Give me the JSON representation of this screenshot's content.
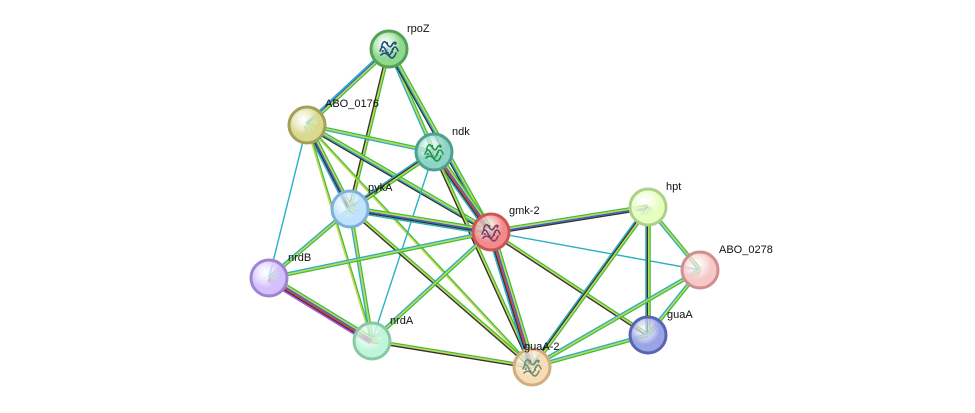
{
  "network": {
    "nodes": [
      {
        "id": "rpoZ",
        "label": "rpoZ",
        "fill": "#8fd98f",
        "stroke": "#55a155",
        "structure": true,
        "structure_color": "#1f4f7a"
      },
      {
        "id": "ABO_0176",
        "label": "ABO_0176",
        "fill": "#d9d98f",
        "stroke": "#a1a15a",
        "structure": false
      },
      {
        "id": "ndk",
        "label": "ndk",
        "fill": "#8fd4c8",
        "stroke": "#4f9f92",
        "structure": true,
        "structure_color": "#1a9a4a"
      },
      {
        "id": "pykA",
        "label": "pykA",
        "fill": "#bfe3ff",
        "stroke": "#7fb0d8",
        "structure": false
      },
      {
        "id": "gmk-2",
        "label": "gmk-2",
        "fill": "#f28c8c",
        "stroke": "#cc5555",
        "structure": true,
        "structure_color": "#8a3a6a"
      },
      {
        "id": "hpt",
        "label": "hpt",
        "fill": "#e6ffbf",
        "stroke": "#aed18a",
        "structure": false
      },
      {
        "id": "ABO_0278",
        "label": "ABO_0278",
        "fill": "#f7c8c8",
        "stroke": "#d08f8f",
        "structure": false
      },
      {
        "id": "nrdB",
        "label": "nrdB",
        "fill": "#d4bfff",
        "stroke": "#9f84d0",
        "structure": false
      },
      {
        "id": "nrdA",
        "label": "nrdA",
        "fill": "#bff5d9",
        "stroke": "#8ac8a6",
        "structure": false
      },
      {
        "id": "guaA",
        "label": "guaA",
        "fill": "#9aa4e6",
        "stroke": "#5a65b0",
        "structure": false
      },
      {
        "id": "guaA-2",
        "label": "guaA-2",
        "fill": "#f7dcb8",
        "stroke": "#d1ad80",
        "structure": true,
        "structure_color": "#7a8a6a"
      }
    ],
    "edges": [
      {
        "source": "rpoZ",
        "target": "ABO_0176",
        "colors": [
          "#3fbf3f",
          "#c8d64a",
          "#3a5fcf",
          "#2ab0c0"
        ]
      },
      {
        "source": "rpoZ",
        "target": "ndk",
        "colors": [
          "#3fbf3f",
          "#c8d64a",
          "#2ab0c0"
        ]
      },
      {
        "source": "rpoZ",
        "target": "pykA",
        "colors": [
          "#3fbf3f",
          "#c8d64a",
          "#333333"
        ]
      },
      {
        "source": "rpoZ",
        "target": "gmk-2",
        "colors": [
          "#3fbf3f",
          "#c8d64a",
          "#2ab0c0",
          "#333333"
        ]
      },
      {
        "source": "ABO_0176",
        "target": "ndk",
        "colors": [
          "#3fbf3f",
          "#c8d64a",
          "#2ab0c0"
        ]
      },
      {
        "source": "ABO_0176",
        "target": "pykA",
        "colors": [
          "#3fbf3f",
          "#c8d64a",
          "#3a5fcf",
          "#333333",
          "#2ab0c0"
        ]
      },
      {
        "source": "ABO_0176",
        "target": "gmk-2",
        "colors": [
          "#3fbf3f",
          "#c8d64a",
          "#2ab0c0",
          "#333333"
        ]
      },
      {
        "source": "ABO_0176",
        "target": "nrdB",
        "colors": [
          "#2ab0c0"
        ]
      },
      {
        "source": "ABO_0176",
        "target": "nrdA",
        "colors": [
          "#3fbf3f",
          "#c8d64a"
        ]
      },
      {
        "source": "ABO_0176",
        "target": "guaA-2",
        "colors": [
          "#3fbf3f",
          "#c8d64a"
        ]
      },
      {
        "source": "ndk",
        "target": "pykA",
        "colors": [
          "#3fbf3f",
          "#c8d64a",
          "#333333",
          "#2ab0c0"
        ]
      },
      {
        "source": "ndk",
        "target": "gmk-2",
        "colors": [
          "#3fbf3f",
          "#c8d64a",
          "#3a5fcf",
          "#d23a3a",
          "#333333",
          "#2ab0c0"
        ]
      },
      {
        "source": "ndk",
        "target": "nrdA",
        "colors": [
          "#2ab0c0"
        ]
      },
      {
        "source": "ndk",
        "target": "guaA-2",
        "colors": [
          "#3fbf3f",
          "#c8d64a",
          "#333333"
        ]
      },
      {
        "source": "pykA",
        "target": "gmk-2",
        "colors": [
          "#3fbf3f",
          "#c8d64a",
          "#3a5fcf",
          "#333333",
          "#2ab0c0"
        ]
      },
      {
        "source": "pykA",
        "target": "nrdB",
        "colors": [
          "#3fbf3f",
          "#c8d64a",
          "#2ab0c0"
        ]
      },
      {
        "source": "pykA",
        "target": "nrdA",
        "colors": [
          "#3fbf3f",
          "#c8d64a",
          "#2ab0c0"
        ]
      },
      {
        "source": "pykA",
        "target": "guaA-2",
        "colors": [
          "#3fbf3f",
          "#c8d64a",
          "#333333"
        ]
      },
      {
        "source": "gmk-2",
        "target": "hpt",
        "colors": [
          "#3fbf3f",
          "#c8d64a",
          "#3a5fcf",
          "#333333"
        ]
      },
      {
        "source": "gmk-2",
        "target": "ABO_0278",
        "colors": [
          "#2ab0c0"
        ]
      },
      {
        "source": "gmk-2",
        "target": "nrdB",
        "colors": [
          "#3fbf3f",
          "#c8d64a",
          "#2ab0c0"
        ]
      },
      {
        "source": "gmk-2",
        "target": "nrdA",
        "colors": [
          "#3fbf3f",
          "#c8d64a",
          "#2ab0c0"
        ]
      },
      {
        "source": "gmk-2",
        "target": "guaA",
        "colors": [
          "#3fbf3f",
          "#c8d64a",
          "#333333"
        ]
      },
      {
        "source": "gmk-2",
        "target": "guaA-2",
        "colors": [
          "#3fbf3f",
          "#c8d64a",
          "#3a5fcf",
          "#d23a3a",
          "#333333",
          "#2ab0c0"
        ]
      },
      {
        "source": "hpt",
        "target": "ABO_0278",
        "colors": [
          "#3fbf3f",
          "#c8d64a",
          "#2ab0c0"
        ]
      },
      {
        "source": "hpt",
        "target": "guaA",
        "colors": [
          "#3fbf3f",
          "#c8d64a",
          "#333333",
          "#2ab0c0"
        ]
      },
      {
        "source": "hpt",
        "target": "guaA-2",
        "colors": [
          "#3fbf3f",
          "#c8d64a",
          "#333333",
          "#2ab0c0"
        ]
      },
      {
        "source": "ABO_0278",
        "target": "guaA",
        "colors": [
          "#3fbf3f",
          "#c8d64a",
          "#2ab0c0"
        ]
      },
      {
        "source": "ABO_0278",
        "target": "guaA-2",
        "colors": [
          "#3fbf3f",
          "#c8d64a",
          "#2ab0c0"
        ]
      },
      {
        "source": "nrdB",
        "target": "nrdA",
        "colors": [
          "#3fbf3f",
          "#c8d64a",
          "#3a5fcf",
          "#d23a3a",
          "#333333",
          "#b04fd0"
        ]
      },
      {
        "source": "nrdA",
        "target": "guaA-2",
        "colors": [
          "#3fbf3f",
          "#c8d64a",
          "#333333"
        ]
      },
      {
        "source": "guaA",
        "target": "guaA-2",
        "colors": [
          "#3fbf3f",
          "#c8d64a",
          "#2ab0c0"
        ]
      }
    ]
  }
}
